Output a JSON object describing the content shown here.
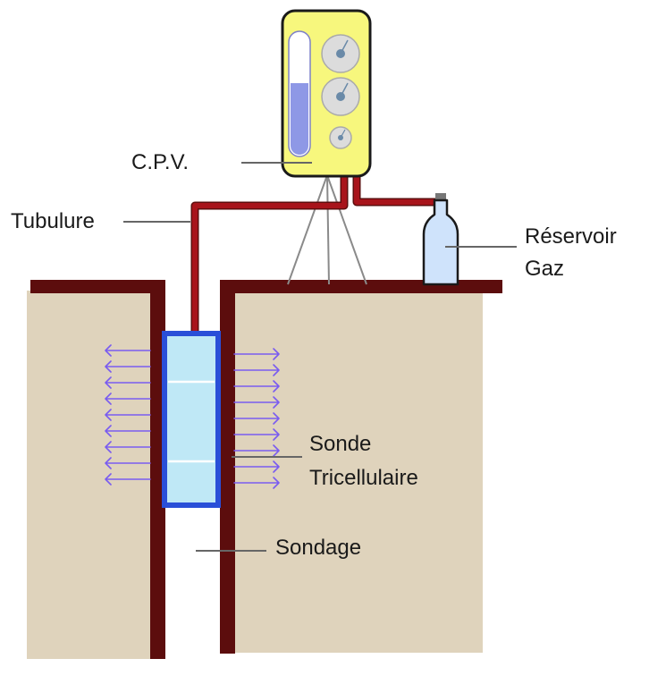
{
  "labels": {
    "cpv": "C.P.V.",
    "tubulure": "Tubulure",
    "reservoir_line1": "Réservoir",
    "reservoir_line2": "Gaz",
    "sonde_line1": "Sonde",
    "sonde_line2": "Tricellulaire",
    "sondage": "Sondage"
  },
  "colors": {
    "soil": "#dfd3bc",
    "casing": "#5c0d0d",
    "pipe": "#a8141b",
    "cpv_body": "#f7f77d",
    "gauge_face": "#dcdcdc",
    "gauge_fill": "#8e98e6",
    "probe_border": "#2a4fd8",
    "probe_fill": "#bfe8f6",
    "arrow": "#7a5cf0",
    "bottle": "#cfe3fb",
    "leader": "#666666"
  },
  "icons": [
    "cpv-control-unit-icon",
    "gas-bottle-icon",
    "probe-icon",
    "pressure-arrows-icon"
  ]
}
